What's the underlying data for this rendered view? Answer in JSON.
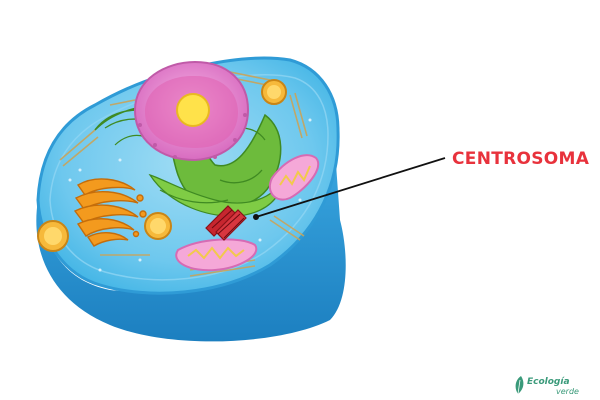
{
  "diagram": {
    "label": "CENTROSOMA",
    "colors": {
      "label": "#e8323c",
      "leader_line": "#111111",
      "cytoplasm": "#45b6e6",
      "membrane_outer": "#1e88c7",
      "nucleus": "#e88bd0",
      "nucleolus": "#ffe24a",
      "endoplasmic_reticulum": "#6dbb3c",
      "golgi": "#f39a1e",
      "mitochondria": "#f5a8d8",
      "centrosome": "#c7262f"
    }
  },
  "logo": {
    "line1": "Ecología",
    "line2": "verde",
    "icon": "leaf-icon",
    "color": "#3a9a7a"
  }
}
